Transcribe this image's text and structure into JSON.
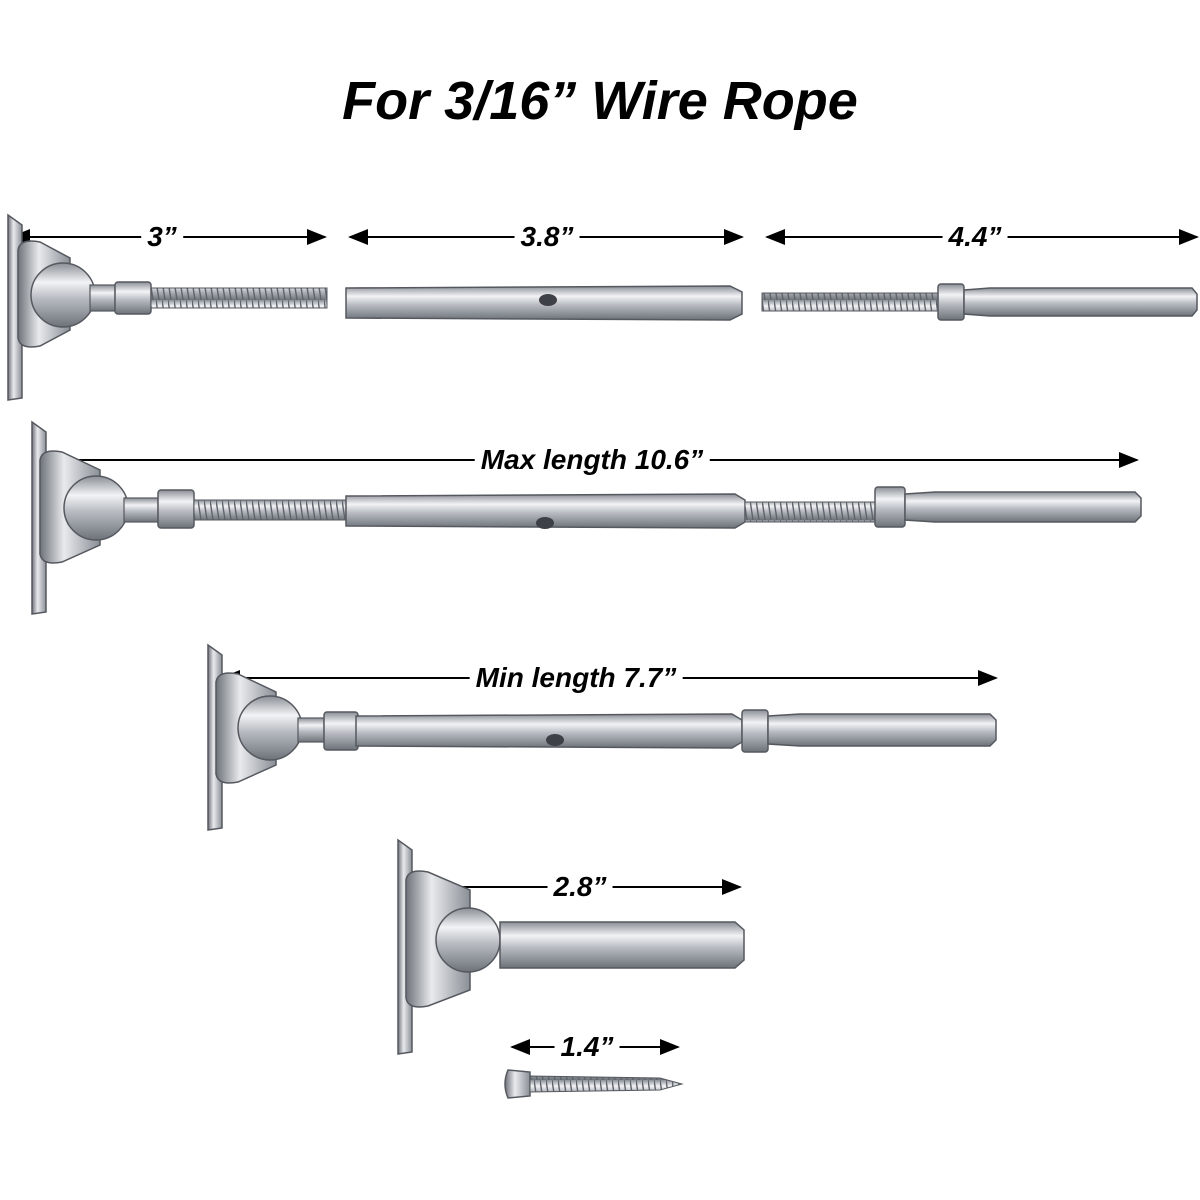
{
  "title": "For 3/16” Wire Rope",
  "labels": {
    "toggle_length": "3”",
    "body_length": "3.8”",
    "swage_stud_length": "4.4”",
    "max_length": "Max length 10.6”",
    "min_length": "Min length 7.7”",
    "toggle_swage_length": "2.8”",
    "screw_length": "1.4”"
  },
  "colors": {
    "background": "#ffffff",
    "text": "#000000",
    "steel_light": "#e9ebee",
    "steel_dark": "#7d828a"
  }
}
